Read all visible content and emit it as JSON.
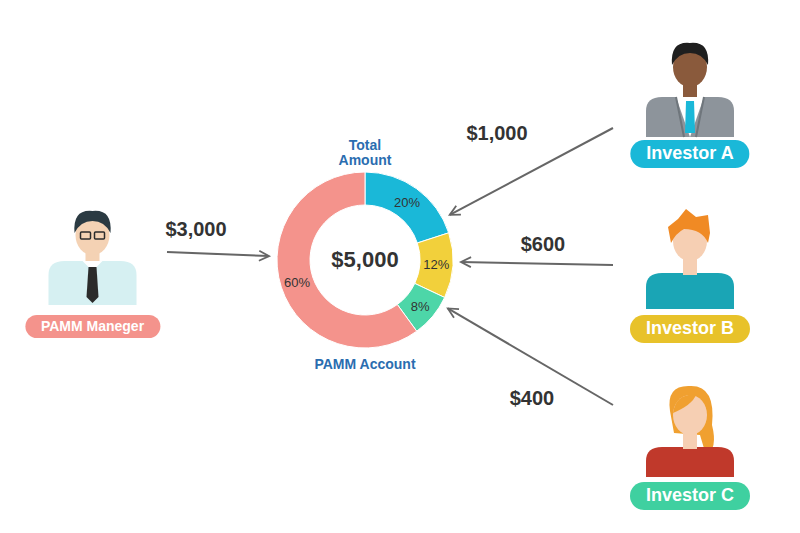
{
  "diagram": {
    "nodes": [
      {
        "text": [
          "PAMM Maneger"
        ]
      },
      {
        "text": [
          "Total Amount",
          "$5,000",
          "PAMM Account"
        ]
      },
      {
        "text": [
          "Investor A"
        ]
      },
      {
        "text": [
          "Investor B"
        ]
      },
      {
        "text": [
          "Investor C"
        ]
      }
    ],
    "edges": [
      {
        "from": 0,
        "to": 1,
        "label": "$3,000",
        "arrow": "to"
      },
      {
        "from": 2,
        "to": 1,
        "label": "$1,000",
        "arrow": "to"
      },
      {
        "from": 3,
        "to": 1,
        "label": "$600",
        "arrow": "to"
      },
      {
        "from": 4,
        "to": 1,
        "label": "$400",
        "arrow": "to"
      }
    ],
    "labels": [
      "20%",
      "12%",
      "8%",
      "60%"
    ]
  }
}
